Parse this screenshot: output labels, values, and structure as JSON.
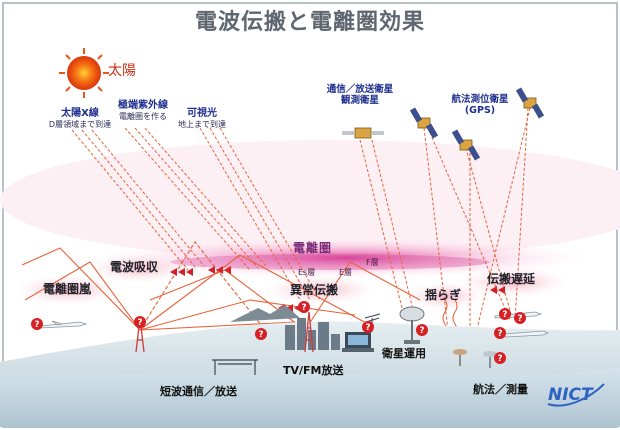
{
  "title": "電波伝搬と電離圏効果",
  "sun": {
    "label": "太陽"
  },
  "solar_rays": [
    {
      "name": "太陽X線",
      "note": "D層領域まで到達"
    },
    {
      "name": "極端紫外線",
      "note": "電離圏を作る"
    },
    {
      "name": "可視光",
      "note": "地上まで到達"
    }
  ],
  "satellites": [
    {
      "label_line1": "通信／放送衛星",
      "label_line2": "観測衛星"
    },
    {
      "label_line1": "航法測位衛星",
      "label_line2": "(GPS)"
    }
  ],
  "ionosphere": {
    "label": "電離圏",
    "layers": [
      "Es層",
      "E層",
      "F層"
    ]
  },
  "effects": [
    "電離圏嵐",
    "電波吸収",
    "異常伝搬",
    "揺らぎ",
    "伝搬遅延"
  ],
  "ground_labels": [
    "短波通信／放送",
    "TV/FM放送",
    "衛星運用",
    "航法／測量"
  ],
  "logo": "NICT",
  "colors": {
    "ray": "#e8623a",
    "iono": "#e85ea6",
    "effect_bg": "#f7d3db",
    "ground": "#cfdfe5",
    "question": "#d62024"
  }
}
